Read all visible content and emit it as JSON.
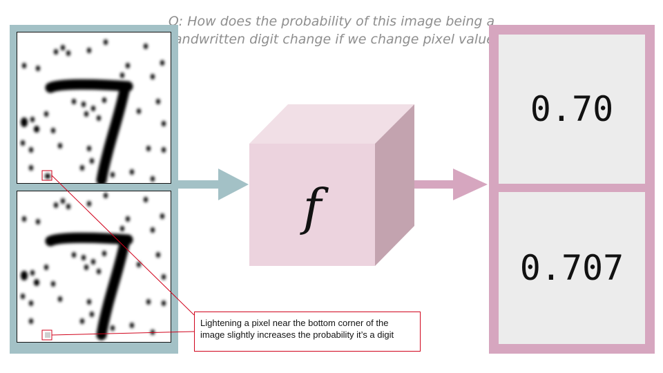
{
  "question": {
    "line1": "Q: How does the probability of this image being a",
    "line2": "handwritten digit change if we change pixel values?"
  },
  "function_label": "f",
  "outputs": {
    "original": "0.70",
    "modified": "0.707"
  },
  "callout": {
    "text": "Lightening a pixel near the bottom corner of the image slightly increases the probability it’s a digit"
  },
  "colors": {
    "left_frame": "#a3c1c6",
    "right_frame": "#d6a6bf",
    "cube_front": "#ecd3de",
    "cube_top": "#f1dfe6",
    "cube_side": "#c3a3af",
    "highlight": "#d0021b"
  }
}
